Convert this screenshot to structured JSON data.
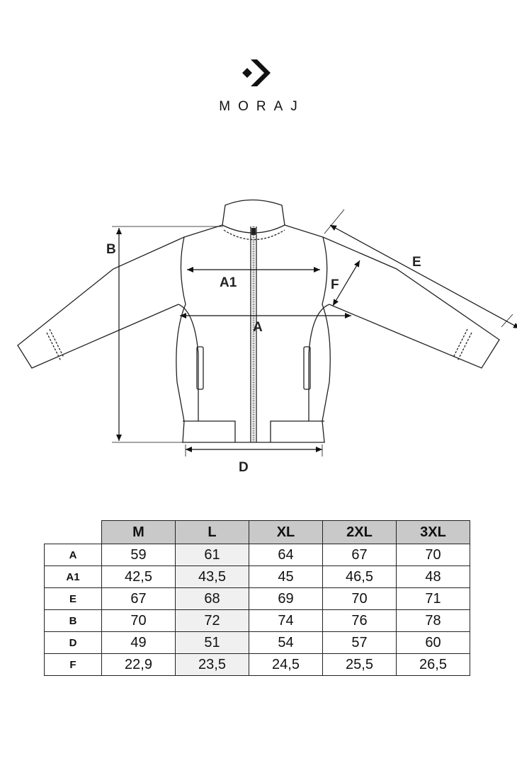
{
  "brand": {
    "name": "MORAJ",
    "logo_icon": "arrow-chevron-logo-icon"
  },
  "diagram": {
    "labels": {
      "A": "A",
      "A1": "A1",
      "B": "B",
      "D": "D",
      "E": "E",
      "F": "F"
    }
  },
  "size_table": {
    "columns": [
      "M",
      "L",
      "XL",
      "2XL",
      "3XL"
    ],
    "rows": [
      {
        "label": "A",
        "values": [
          "59",
          "61",
          "64",
          "67",
          "70"
        ]
      },
      {
        "label": "A1",
        "values": [
          "42,5",
          "43,5",
          "45",
          "46,5",
          "48"
        ]
      },
      {
        "label": "E",
        "values": [
          "67",
          "68",
          "69",
          "70",
          "71"
        ]
      },
      {
        "label": "B",
        "values": [
          "70",
          "72",
          "74",
          "76",
          "78"
        ]
      },
      {
        "label": "D",
        "values": [
          "49",
          "51",
          "54",
          "57",
          "60"
        ]
      },
      {
        "label": "F",
        "values": [
          "22,9",
          "23,5",
          "24,5",
          "25,5",
          "26,5"
        ]
      }
    ],
    "colors": {
      "header_bg": "#c9c9c9",
      "highlight_bg": "#f0f0f0"
    }
  }
}
